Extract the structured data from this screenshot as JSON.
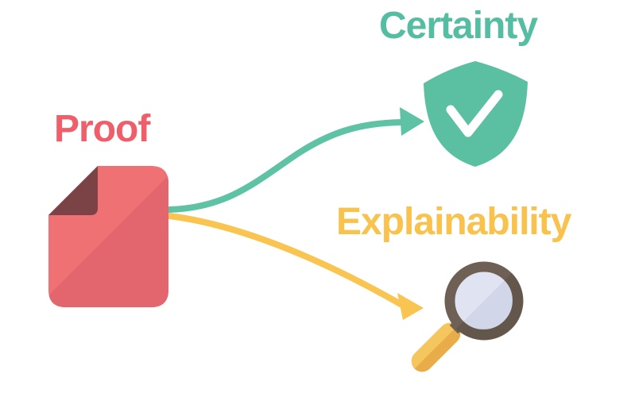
{
  "diagram": {
    "title_implicit": "Proof leads to Certainty and Explainability",
    "source": {
      "label": "Proof",
      "icon": "document",
      "label_color": "#ee5f6a"
    },
    "outcomes": [
      {
        "label": "Certainty",
        "icon": "shield-check",
        "label_color": "#55bea2",
        "arrow_color": "#5ec2a4"
      },
      {
        "label": "Explainability",
        "icon": "magnifying-glass",
        "label_color": "#f8c24d",
        "arrow_color": "#f9c450"
      }
    ],
    "palette": {
      "background": "#ffffff",
      "document_light": "#ef7173",
      "document_shade": "#e3656d",
      "document_fold": "#7c4347",
      "shield_fill": "#5bbfa2",
      "checkmark": "#ffffff",
      "magnifier_ring": "#6e6054",
      "magnifier_ring_shade": "#63564a",
      "magnifier_lens": "#e0e3f1",
      "magnifier_lens_shade": "#d2d6e9",
      "magnifier_handle": "#f6c65e",
      "magnifier_handle_shade": "#e8ad49"
    }
  }
}
